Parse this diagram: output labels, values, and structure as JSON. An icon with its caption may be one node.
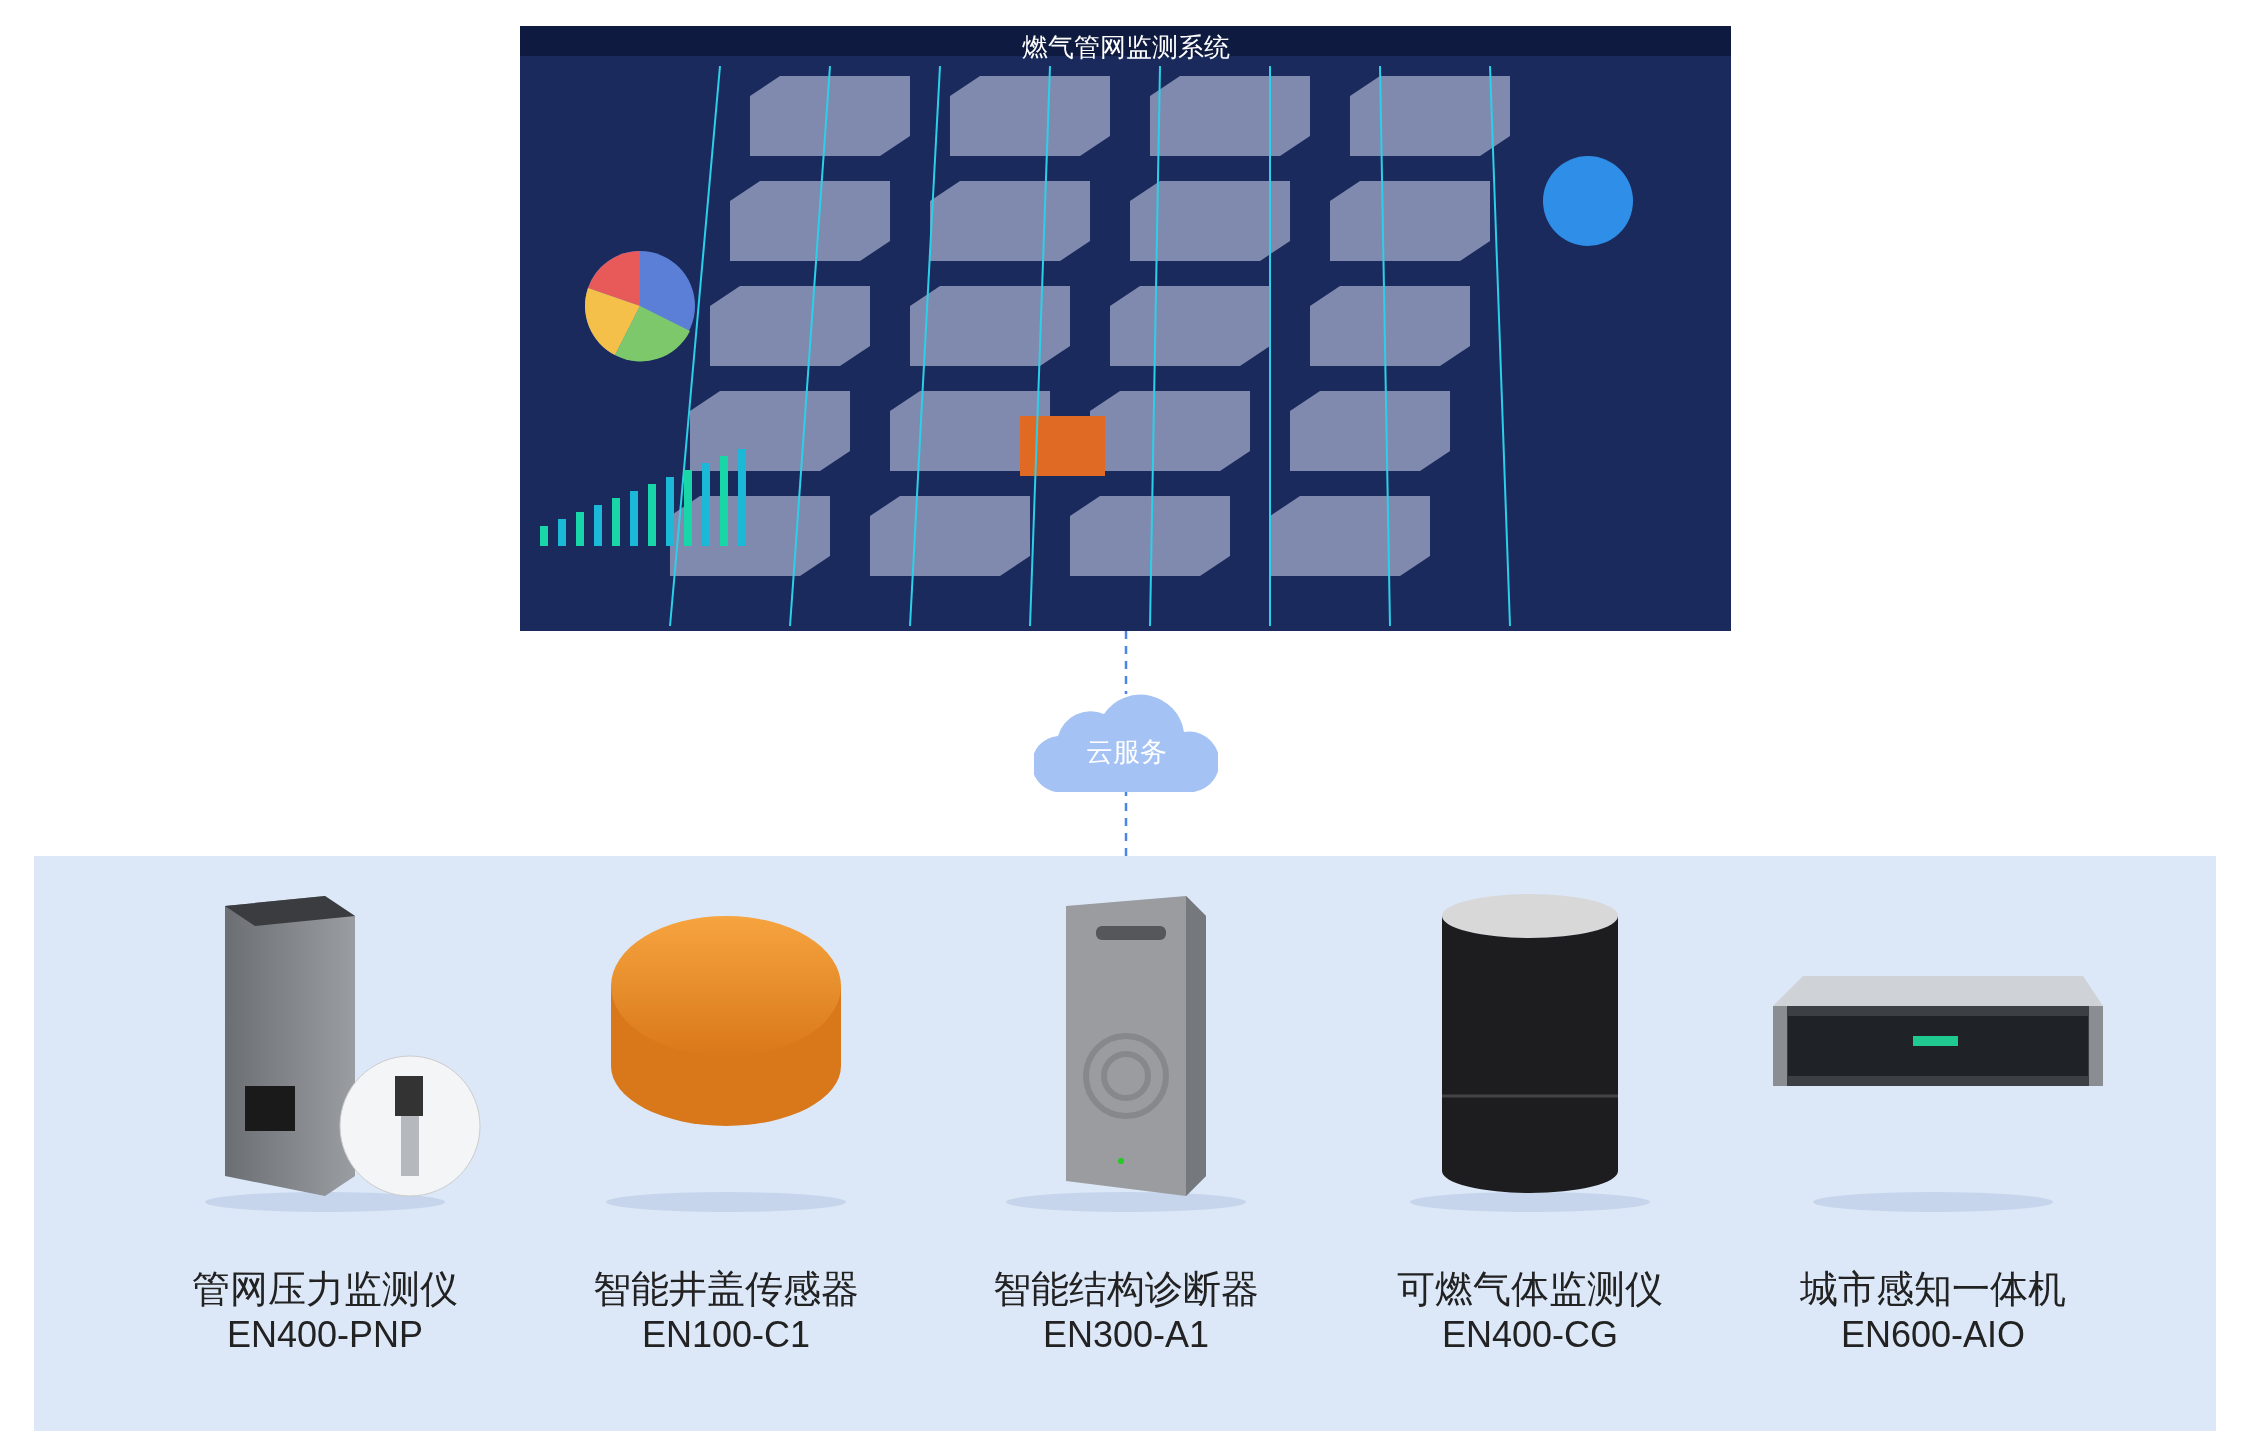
{
  "diagram": {
    "nodes": [
      {
        "text": [
          "燃气管网监测系统"
        ]
      },
      {
        "text": [
          "云服务"
        ]
      },
      {
        "text": [],
        "shape": "box"
      },
      {
        "text": [
          "管网压力监测仪",
          "EN400-PNP"
        ],
        "in": 2
      },
      {
        "text": [
          "智能井盖传感器",
          "EN100-C1"
        ],
        "in": 2
      },
      {
        "text": [
          "智能结构诊断器",
          "EN300-A1"
        ],
        "in": 2
      },
      {
        "text": [
          "可燃气体监测仪",
          "EN400-CG"
        ],
        "in": 2
      },
      {
        "text": [
          "城市感知一体机",
          "EN600-AIO"
        ],
        "in": 2
      }
    ],
    "edges": [
      {
        "from": 0,
        "to": 1,
        "arrow": "none",
        "style": "dashed"
      },
      {
        "from": 1,
        "to": 2,
        "arrow": "none",
        "style": "dashed"
      }
    ]
  }
}
